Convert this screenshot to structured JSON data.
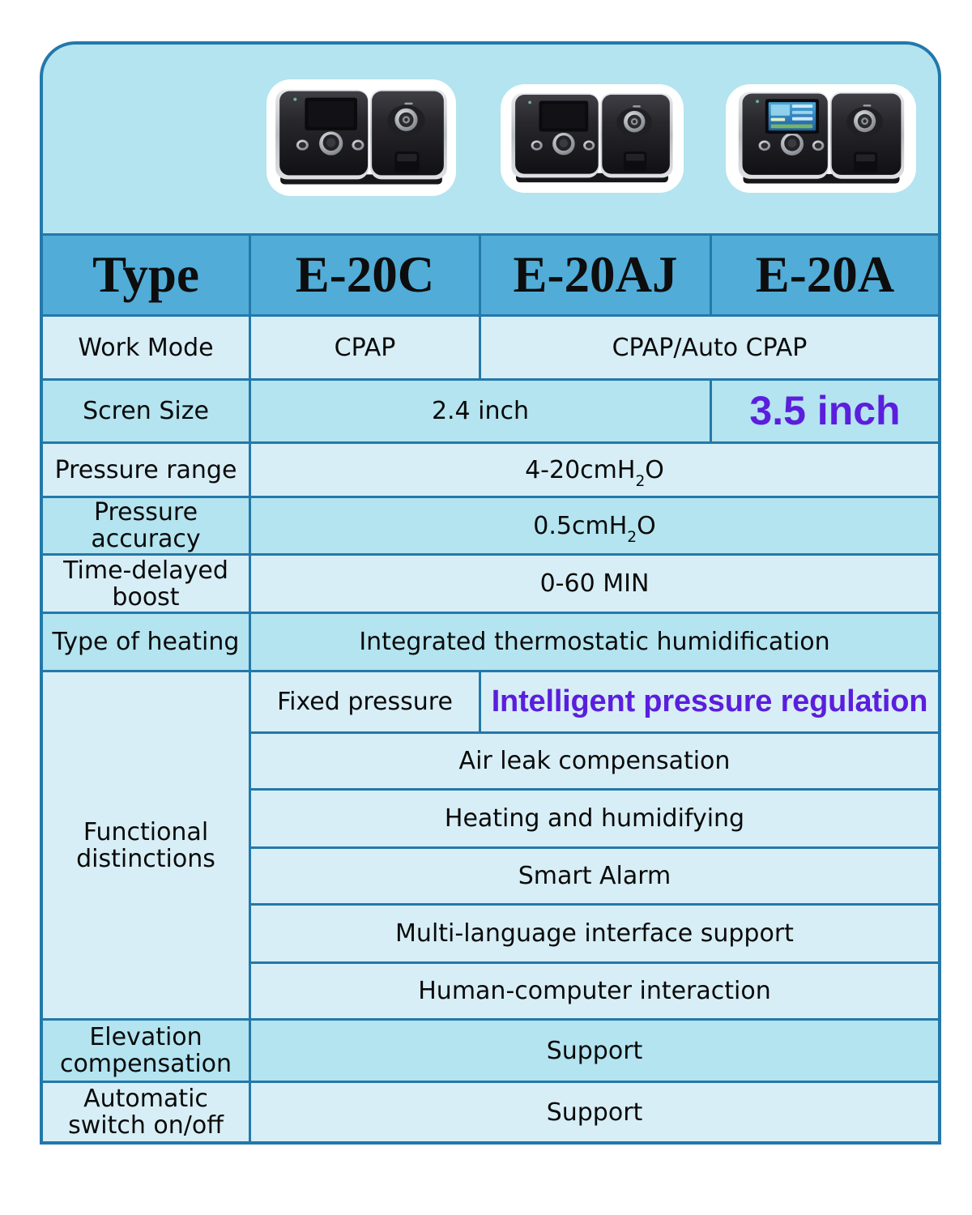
{
  "colors": {
    "border_blue": "#2478aa",
    "header_fill": "#51acd7",
    "row_light": "#d7eef6",
    "row_dark": "#b3e4f0",
    "products_bg": "#b3e4f0",
    "accent_purple": "#5b1edd"
  },
  "products": [
    {
      "label": "E-20C device photo"
    },
    {
      "label": "E-20AJ device photo"
    },
    {
      "label": "E-20A device photo"
    }
  ],
  "header": {
    "col0": "Type",
    "col1": "E-20C",
    "col2": "E-20AJ",
    "col3": "E-20A"
  },
  "rows": {
    "work_mode": {
      "label": "Work Mode",
      "c1": "CPAP",
      "c23": "CPAP/Auto CPAP"
    },
    "screen_size": {
      "label": "Scren Size",
      "c12": "2.4 inch",
      "c3": "3.5 inch"
    },
    "pressure_range": {
      "label": "Pressure range",
      "value_pre": "4-20cmH",
      "value_sub": "2",
      "value_post": "O"
    },
    "pressure_accuracy": {
      "lines": [
        "Pressure",
        "accuracy"
      ],
      "value_pre": "0.5cmH",
      "value_sub": "2",
      "value_post": "O"
    },
    "time_delayed_boost": {
      "lines": [
        "Time-delayed",
        "boost"
      ],
      "value": "0-60 MIN"
    },
    "type_of_heating": {
      "label": "Type of heating",
      "value": "Integrated thermostatic humidification"
    },
    "functional_distinctions": {
      "lines": [
        "Functional",
        "distinctions"
      ],
      "c1": "Fixed pressure",
      "c23": "Intelligent pressure regulation",
      "items": [
        "Air leak compensation",
        "Heating and humidifying",
        "Smart Alarm",
        "Multi-language interface support",
        "Human-computer interaction"
      ]
    },
    "elevation_compensation": {
      "lines": [
        "Elevation",
        "compensation"
      ],
      "value": "Support"
    },
    "automatic_switch": {
      "lines": [
        "Automatic",
        "switch on/off"
      ],
      "value": "Support"
    }
  }
}
